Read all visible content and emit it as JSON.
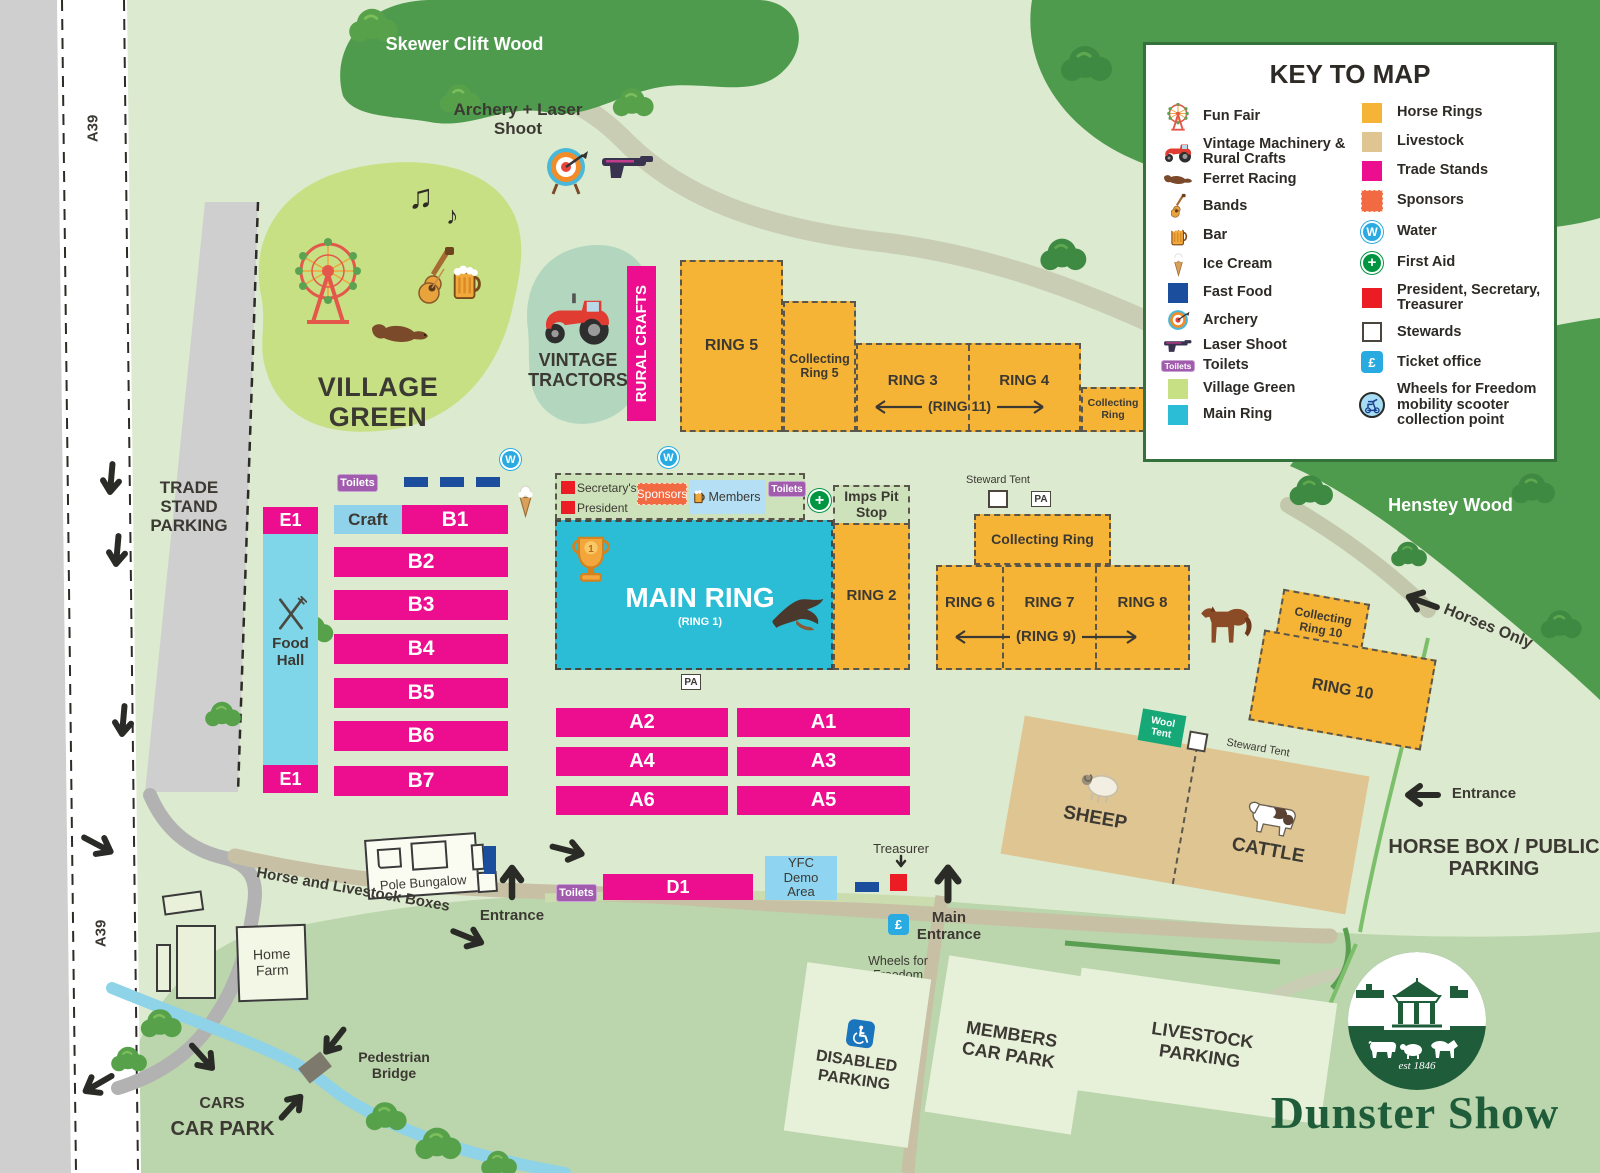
{
  "map_title": "Dunster Show showground map",
  "colors": {
    "horse_rings": "#F6B437",
    "livestock": "#DFC592",
    "trade_stands": "#EC0E8E",
    "sponsors": "#F16A42",
    "water": "#29ABE2",
    "first_aid": "#009540",
    "president_secretary_treasurer": "#EC1C24",
    "ticket_office": "#29ABE2",
    "main_ring": "#2BBDD6",
    "village_green": "#C6E083",
    "woodland": "#4E9B4E",
    "fast_food": "#1B4F9E",
    "toilets": "#A15CAE"
  },
  "key": {
    "title": "KEY TO MAP",
    "left": [
      {
        "label": "Fun Fair"
      },
      {
        "label": "Vintage Machinery & Rural Crafts"
      },
      {
        "label": "Ferret Racing"
      },
      {
        "label": "Bands"
      },
      {
        "label": "Bar"
      },
      {
        "label": "Ice Cream"
      },
      {
        "label": "Fast Food"
      },
      {
        "label": "Archery"
      },
      {
        "label": "Laser Shoot"
      },
      {
        "label": "Toilets"
      },
      {
        "label": "Village Green"
      },
      {
        "label": "Main Ring"
      }
    ],
    "right": [
      {
        "label": "Horse Rings"
      },
      {
        "label": "Livestock"
      },
      {
        "label": "Trade Stands"
      },
      {
        "label": "Sponsors"
      },
      {
        "label": "Water"
      },
      {
        "label": "First Aid"
      },
      {
        "label": "President, Secretary, Treasurer"
      },
      {
        "label": "Stewards"
      },
      {
        "label": "Ticket office"
      },
      {
        "label": "Wheels for Freedom mobility scooter collection point"
      }
    ]
  },
  "woods": {
    "skewer": "Skewer Clift Wood",
    "henstey": "Henstey Wood"
  },
  "road": {
    "a39": "A39",
    "a39_b": "A39"
  },
  "areas": {
    "village_green": "VILLAGE GREEN",
    "vintage_tractors": "VINTAGE TRACTORS",
    "rural_crafts": "RURAL CRAFTS",
    "archery_laser": "Archery + Laser Shoot",
    "food_hall": "Food Hall",
    "sheep": "SHEEP",
    "cattle": "CATTLE",
    "wool_tent": "Wool Tent",
    "steward_tent_cattle": "Steward Tent",
    "steward_tent_rings": "Steward Tent",
    "yfc": "YFC Demo Area",
    "imps": "Imps Pit Stop"
  },
  "rings": {
    "r5": "RING 5",
    "c5": "Collecting Ring 5",
    "r3": "RING 3",
    "r4": "RING 4",
    "r11": "(RING 11)",
    "c_small": "Collecting Ring",
    "main": "MAIN RING",
    "r1": "(RING 1)",
    "r2": "RING 2",
    "c_mid": "Collecting Ring",
    "r6": "RING 6",
    "r7": "RING 7",
    "r8": "RING 8",
    "r9": "(RING 9)",
    "c10": "Collecting Ring 10",
    "r10": "RING 10"
  },
  "stands": {
    "e1_top": "E1",
    "e1_bottom": "E1",
    "craft": "Craft",
    "b": [
      "B1",
      "B2",
      "B3",
      "B4",
      "B5",
      "B6",
      "B7"
    ],
    "a_left": [
      "A2",
      "A4",
      "A6"
    ],
    "a_right": [
      "A1",
      "A3",
      "A5"
    ],
    "d1": "D1"
  },
  "officials": {
    "secretarys": "Secretary's",
    "president": "President",
    "sponsors": "Sponsors",
    "members": "Members",
    "treasurer": "Treasurer"
  },
  "parking": {
    "trade_stand": "TRADE STAND PARKING",
    "cars": "CARS",
    "car_park": "CAR PARK",
    "disabled": "DISABLED PARKING",
    "members": "MEMBERS CAR PARK",
    "livestock": "LIVESTOCK PARKING",
    "horse_box": "HORSE BOX / PUBLIC PARKING"
  },
  "entrances": {
    "main": "Main Entrance",
    "bottom": "Entrance",
    "right": "Entrance",
    "horses_only": "Horses Only",
    "horse_livestock_boxes": "Horse and Livestock Boxes"
  },
  "buildings": {
    "pole_bungalow": "Pole Bungalow",
    "home_farm": "Home Farm",
    "pedestrian_bridge": "Pedestrian Bridge"
  },
  "mobility": {
    "wheels_for_freedom": "Wheels for Freedom"
  },
  "badges": {
    "toilets": "Toilets",
    "pa": "PA",
    "w": "W",
    "pound": "£"
  },
  "logo": {
    "est": "est 1846",
    "name": "Dunster Show"
  }
}
